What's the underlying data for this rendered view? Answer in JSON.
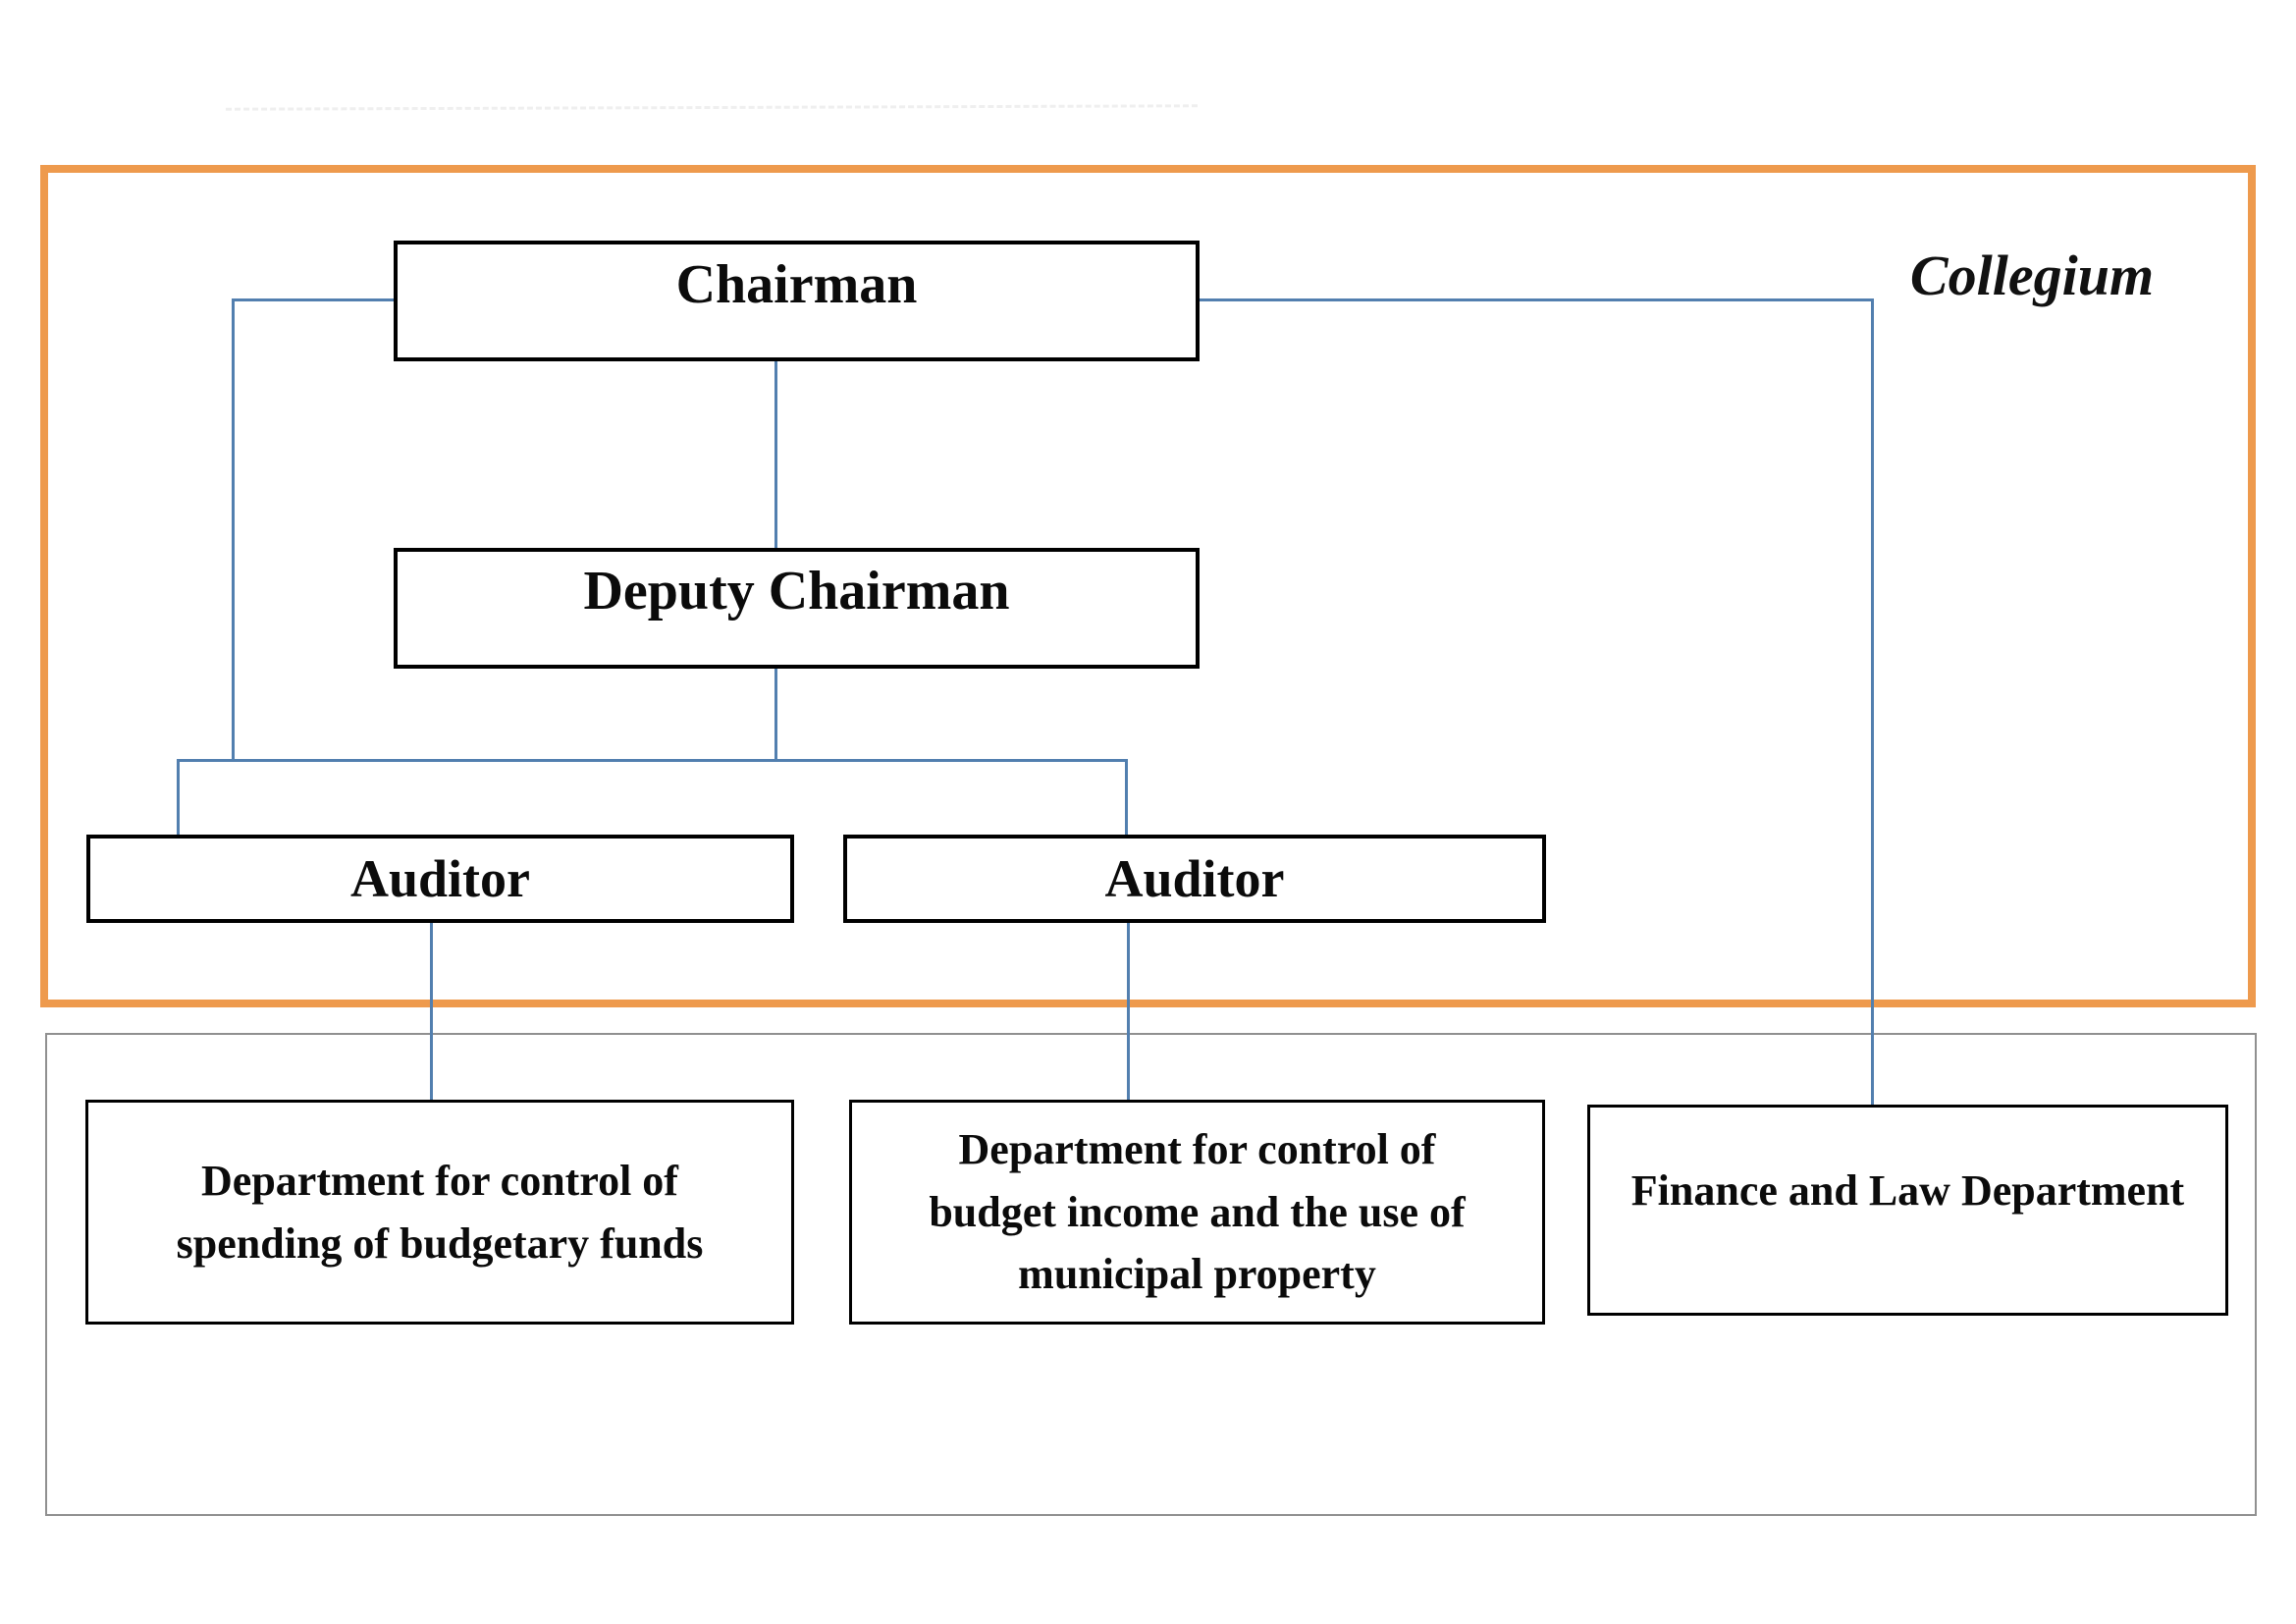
{
  "diagram": {
    "collegium_label": "Collegium",
    "nodes": {
      "chairman": {
        "label": "Chairman"
      },
      "deputy_chairman": {
        "label": "Deputy Chairman"
      },
      "auditor_left": {
        "label": "Auditor"
      },
      "auditor_right": {
        "label": "Auditor"
      },
      "dept_spending": {
        "label": "Department for control of spending of budgetary funds"
      },
      "dept_income": {
        "label": "Department for control of budget income and the use of municipal property"
      },
      "dept_finance_law": {
        "label": "Finance and Law Department"
      }
    }
  },
  "colors": {
    "collegium_border": "#EE9A4D",
    "outer_border": "#909090",
    "connector": "#527FAF",
    "node_border": "#000000"
  }
}
